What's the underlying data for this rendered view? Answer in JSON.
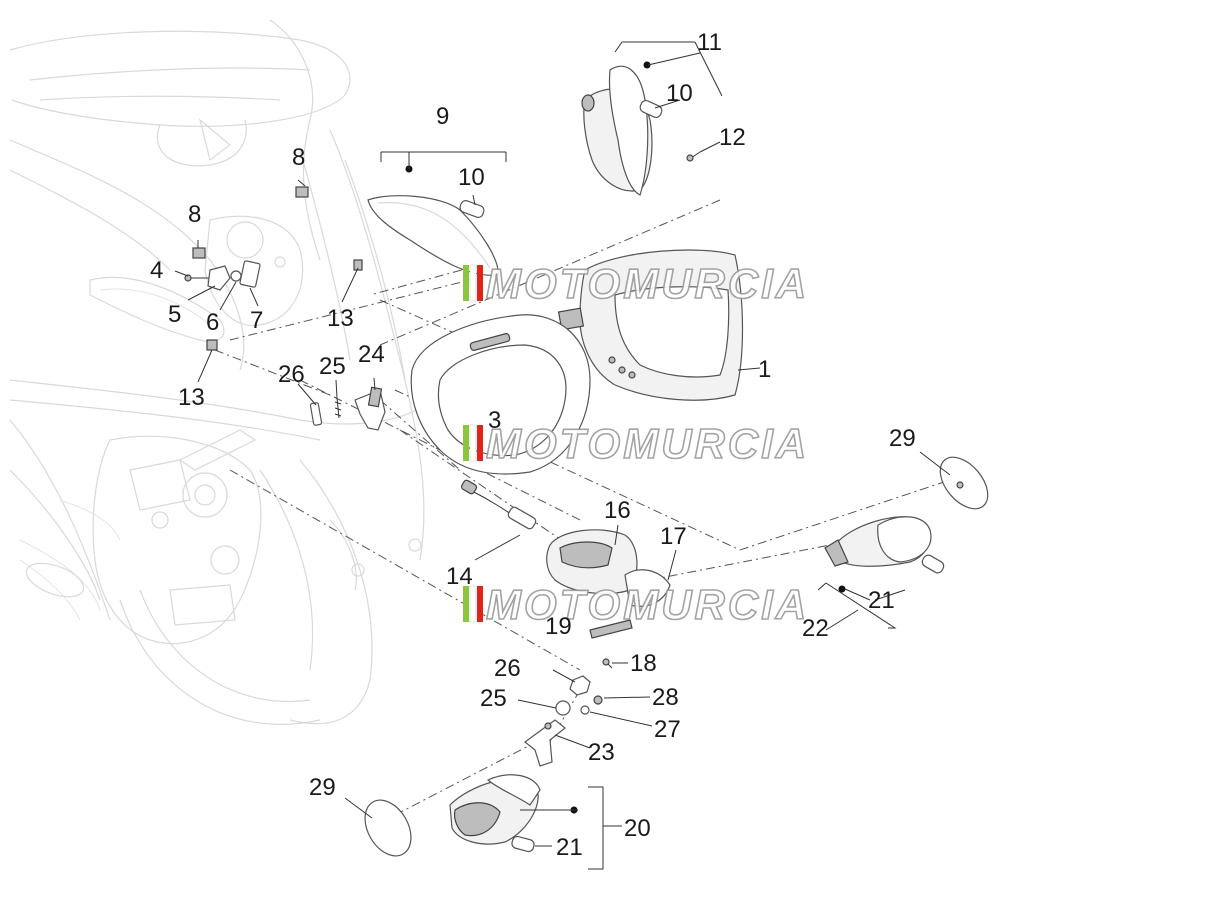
{
  "watermark": "MOTOMURCIA",
  "callouts": {
    "c1": "1",
    "c3": "3",
    "c4": "4",
    "c5": "5",
    "c6": "6",
    "c7": "7",
    "c8a": "8",
    "c8b": "8",
    "c9": "9",
    "c10a": "10",
    "c10b": "10",
    "c11": "11",
    "c12": "12",
    "c13a": "13",
    "c13b": "13",
    "c14": "14",
    "c16": "16",
    "c17": "17",
    "c18": "18",
    "c19": "19",
    "c20": "20",
    "c21a": "21",
    "c21b": "21",
    "c22": "22",
    "c23": "23",
    "c24": "24",
    "c25a": "25",
    "c25b": "25",
    "c26a": "26",
    "c26b": "26",
    "c27": "27",
    "c28": "28",
    "c29a": "29",
    "c29b": "29"
  },
  "colors": {
    "stripe_green": "#8cc63f",
    "stripe_white": "#ffffff",
    "stripe_red": "#e2231a",
    "line": "#333333"
  }
}
